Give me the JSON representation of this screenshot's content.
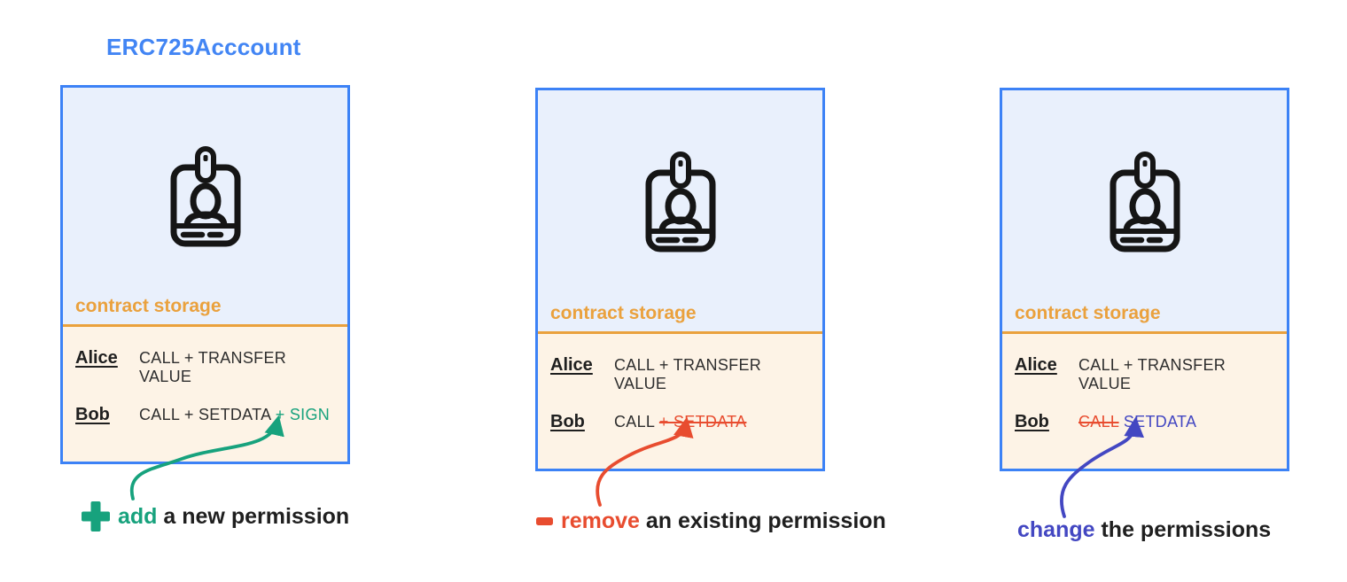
{
  "title": "ERC725Acccount",
  "colors": {
    "accent_blue": "#4285f4",
    "card_border": "#3c82f6",
    "card_top_bg": "#e9f0fc",
    "card_bottom_bg": "#fdf3e6",
    "orange": "#eaa13d",
    "green": "#17a27d",
    "red": "#e84c2f",
    "purple": "#4347c2",
    "text_dark": "#1f1f1f"
  },
  "cards": [
    {
      "icon": "id-badge-icon",
      "storage_label": "contract storage",
      "rows": [
        {
          "name": "Alice",
          "segments": [
            {
              "text": "CALL + TRANSFER VALUE",
              "style": "normal"
            }
          ]
        },
        {
          "name": "Bob",
          "segments": [
            {
              "text": "CALL + SETDATA ",
              "style": "normal"
            },
            {
              "text": "+ SIGN",
              "style": "added"
            }
          ]
        }
      ]
    },
    {
      "icon": "id-badge-icon",
      "storage_label": "contract storage",
      "rows": [
        {
          "name": "Alice",
          "segments": [
            {
              "text": "CALL + TRANSFER VALUE",
              "style": "normal"
            }
          ]
        },
        {
          "name": "Bob",
          "segments": [
            {
              "text": "CALL ",
              "style": "normal"
            },
            {
              "text": "+ SETDATA",
              "style": "removed"
            }
          ]
        }
      ]
    },
    {
      "icon": "id-badge-icon",
      "storage_label": "contract storage",
      "rows": [
        {
          "name": "Alice",
          "segments": [
            {
              "text": "CALL + TRANSFER VALUE",
              "style": "normal"
            }
          ]
        },
        {
          "name": "Bob",
          "segments": [
            {
              "text": "CALL",
              "style": "removed"
            },
            {
              "text": " ",
              "style": "normal"
            },
            {
              "text": "SETDATA",
              "style": "changed"
            }
          ]
        }
      ]
    }
  ],
  "captions": [
    {
      "icon": "plus-icon",
      "keyword": "add",
      "rest": " a new permission"
    },
    {
      "icon": "minus-icon",
      "keyword": "remove",
      "rest": " an existing permission"
    },
    {
      "icon": null,
      "keyword": "change",
      "rest": " the permissions"
    }
  ]
}
